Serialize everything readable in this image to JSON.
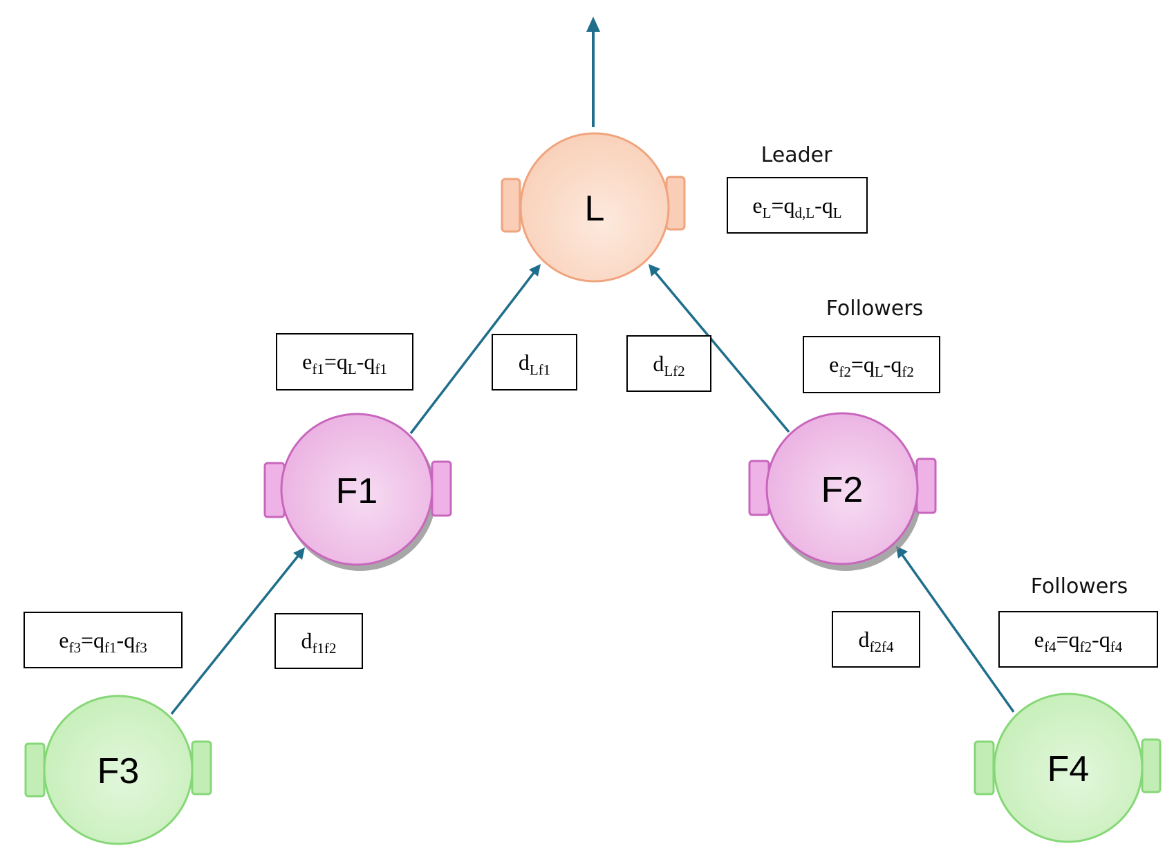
{
  "colors": {
    "arrow": "#1f6e8c",
    "leader_fill": "#f8cdb4",
    "leader_stroke": "#f0a47d",
    "follower1_fill": "#efbde6",
    "follower1_stroke": "#c866bd",
    "follower2_fill": "#c6efba",
    "follower2_stroke": "#86d777"
  },
  "robots": {
    "L": "L",
    "F1": "F1",
    "F2": "F2",
    "F3": "F3",
    "F4": "F4"
  },
  "labels": {
    "leader": "Leader",
    "followers_1": "Followers",
    "followers_2": "Followers"
  },
  "boxes": {
    "eL": {
      "base": "e",
      "sub": "L",
      "eq": "=",
      "t1": "q",
      "t1_sub": "d,L",
      "op": "-",
      "t2": "q",
      "t2_sub": "L"
    },
    "ef1": {
      "base": "e",
      "sub": "f1",
      "eq": "=",
      "t1": "q",
      "t1_sub": "L",
      "op": "-",
      "t2": "q",
      "t2_sub": "f1"
    },
    "ef2": {
      "base": "e",
      "sub": "f2",
      "eq": "=",
      "t1": "q",
      "t1_sub": "L",
      "op": "-",
      "t2": "q",
      "t2_sub": "f2"
    },
    "ef3": {
      "base": "e",
      "sub": "f3",
      "eq": "=",
      "t1": "q",
      "t1_sub": "f1",
      "op": "-",
      "t2": "q",
      "t2_sub": "f3"
    },
    "ef4": {
      "base": "e",
      "sub": "f4",
      "eq": "=",
      "t1": "q",
      "t1_sub": "f2",
      "op": "-",
      "t2": "q",
      "t2_sub": "f4"
    },
    "dLf1": {
      "base": "d",
      "sub": "Lf1"
    },
    "dLf2": {
      "base": "d",
      "sub": "Lf2"
    },
    "df1f2": {
      "base": "d",
      "sub": "f1f2"
    },
    "df2f4": {
      "base": "d",
      "sub": "f2f4"
    }
  }
}
